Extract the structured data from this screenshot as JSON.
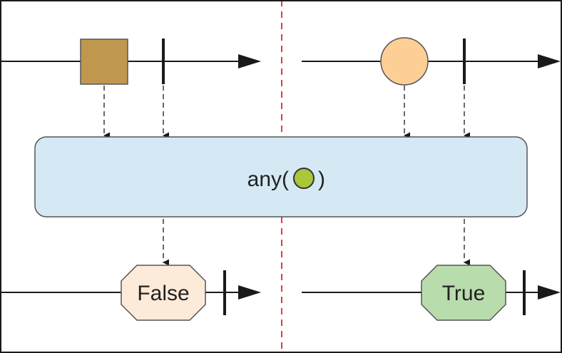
{
  "operator": {
    "label_prefix": "any(",
    "label_suffix": ")",
    "predicate_icon": "green-circle-icon",
    "predicate_color": "#aac63a",
    "box_color": "#d5e9f5"
  },
  "left_stream": {
    "input_item": {
      "shape": "square",
      "color": "#bf974e"
    },
    "output_label": "False",
    "output_color": "#fdebd9"
  },
  "right_stream": {
    "input_item": {
      "shape": "circle",
      "color": "#fdcf96"
    },
    "output_label": "True",
    "output_color": "#b9dcad"
  },
  "divider_color": "#e23a3a"
}
